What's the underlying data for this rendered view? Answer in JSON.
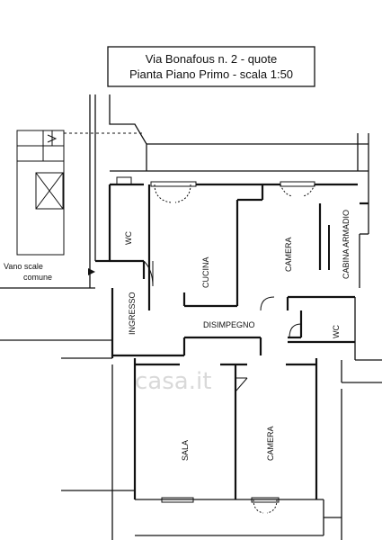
{
  "title": {
    "line1": "Via Bonafous n. 2 - quote",
    "line2": "Pianta Piano Primo - scala 1:50"
  },
  "rooms": {
    "wc_left": "WC",
    "cucina": "CUCINA",
    "camera_top": "CAMERA",
    "cabina_armadio": "CABINA ARMADIO",
    "ingresso": "INGRESSO",
    "disimpegno": "DISIMPEGNO",
    "wc_right": "WC",
    "sala": "SALA",
    "camera_bottom": "CAMERA"
  },
  "stair": {
    "line1": "Vano scale",
    "line2": "comune"
  },
  "watermark": "casa.it",
  "colors": {
    "wall": "#111111",
    "background": "#ffffff",
    "watermark": "#d9d9d9"
  }
}
